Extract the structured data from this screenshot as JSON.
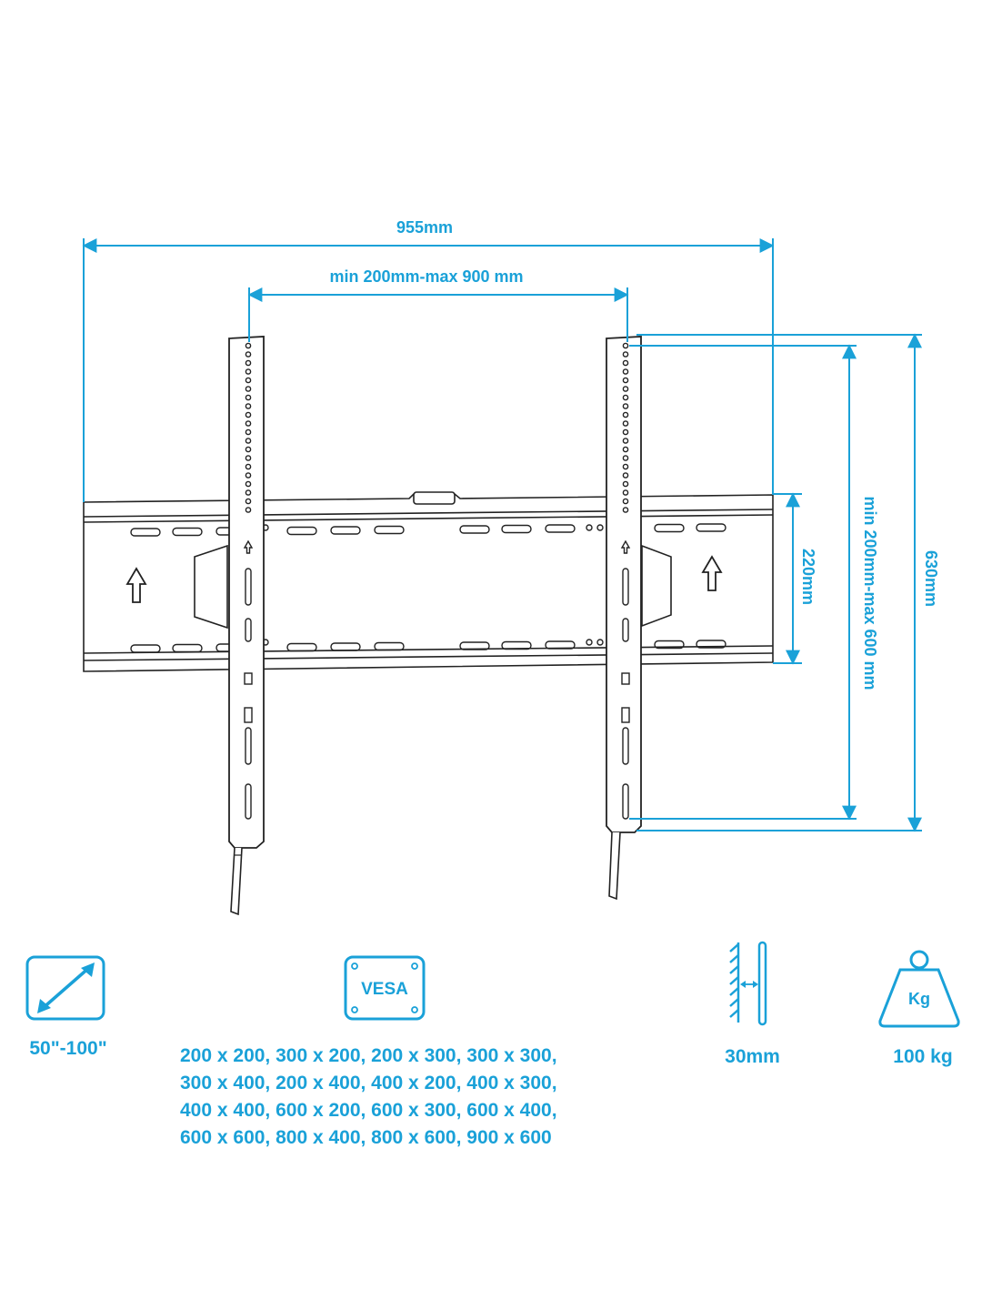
{
  "colors": {
    "accent": "#1aa1d8",
    "line": "#222222"
  },
  "dimensions": {
    "overall_width": "955mm",
    "vesa_horizontal": "min 200mm-max 900 mm",
    "rail_height": "220mm",
    "vesa_vertical": "min 200mm-max 600 mm",
    "overall_height": "630mm"
  },
  "specs": {
    "screen_size": {
      "icon": "diagonal-arrow-icon",
      "label": "50\"-100\""
    },
    "vesa": {
      "icon": "vesa-icon",
      "icon_text": "VESA",
      "lines": [
        "200 x 200, 300 x 200, 200 x 300, 300 x 300,",
        "300 x 400, 200 x 400, 400 x 200, 400 x 300,",
        "400 x 400, 600 x 200, 600 x 300, 600 x 400,",
        "600 x 600, 800 x 400, 800 x 600, 900 x 600"
      ]
    },
    "wall_distance": {
      "icon": "wall-gap-icon",
      "label": "30mm"
    },
    "max_load": {
      "icon": "weight-icon",
      "icon_text": "Kg",
      "label": "100 kg"
    }
  }
}
